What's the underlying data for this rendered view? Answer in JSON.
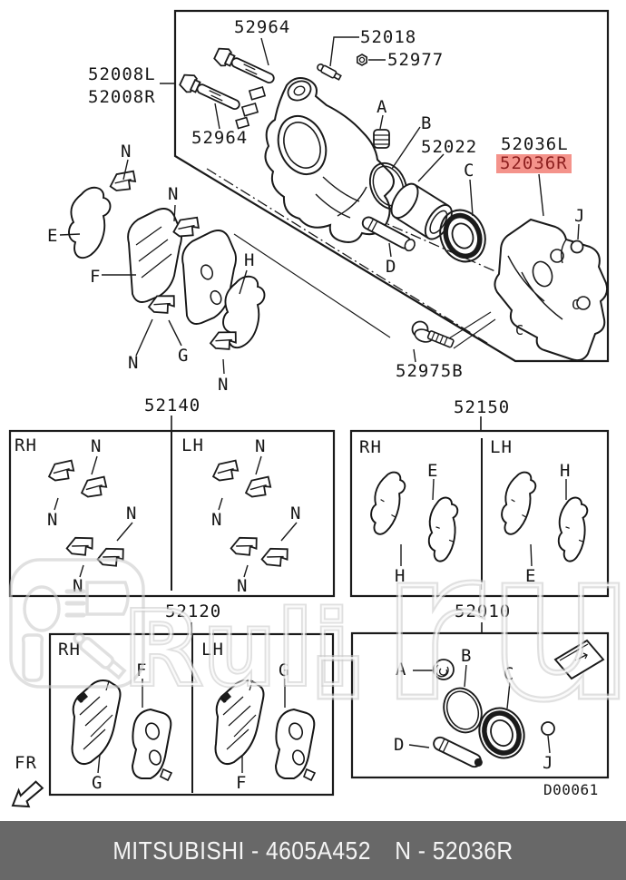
{
  "page": {
    "bg": "#ffffff",
    "line_color": "#1a1a1a"
  },
  "watermark": {
    "brand_short": "Ruli",
    "brand_suffix": ".ru",
    "color": "#c8c8c8"
  },
  "highlight": {
    "bg": "#f4938b",
    "text_color": "#8c1f1f",
    "selected_part": "52036R"
  },
  "exploded": {
    "labels": {
      "pin_upper": "52964",
      "pin_lower": "52964",
      "caliper_left": "52008L",
      "caliper_right": "52008R",
      "bleeder_screw": "52018",
      "bleeder_cap": "52977",
      "piston": "52022",
      "bracket_left": "52036L",
      "bracket_right": "52036R",
      "bracket_bolt": "52975B"
    },
    "callouts": {
      "a": "A",
      "b": "B",
      "c": "C",
      "d": "D",
      "e": "E",
      "f": "F",
      "g": "G",
      "h": "H",
      "j": "J",
      "n": "N"
    }
  },
  "kits": {
    "clip_kit": {
      "number": "52140",
      "left_side": "RH",
      "right_side": "LH"
    },
    "shim_kit": {
      "number": "52150",
      "left_side": "RH",
      "right_side": "LH"
    },
    "pad_kit": {
      "number": "52120",
      "left_side": "RH",
      "right_side": "LH"
    },
    "seal_kit": {
      "number": "52010"
    }
  },
  "orientation": {
    "front_label": "FR"
  },
  "drawing_code": "D00061",
  "footer": {
    "left": "MITSUBISHI - 4605A452",
    "right": "N - 52036R",
    "bar_color": "#686868",
    "text_color": "#f5f5f5"
  }
}
